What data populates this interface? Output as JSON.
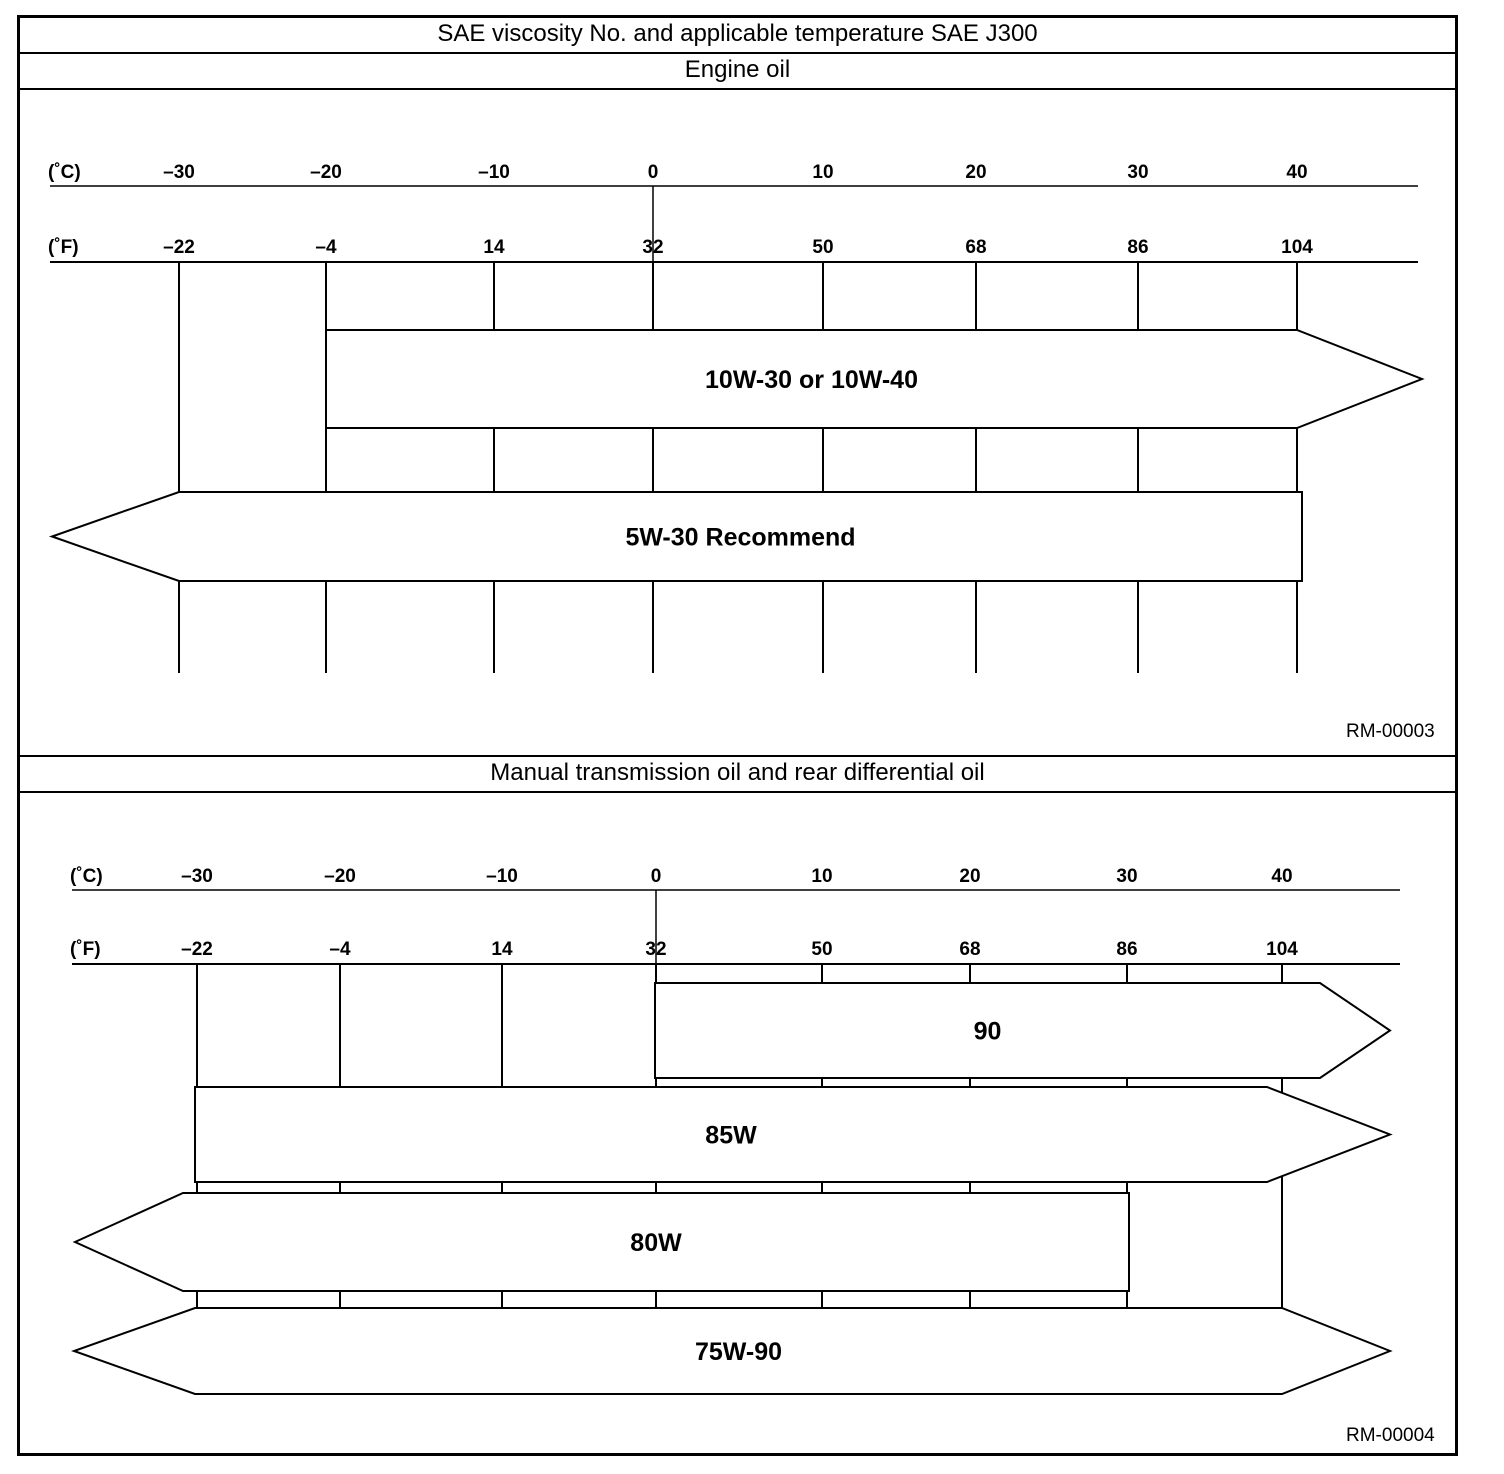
{
  "title": "SAE viscosity No. and applicable temperature SAE J300",
  "sections": [
    {
      "title": "Engine oil",
      "unit_c": "(˚C)",
      "unit_f": "(˚F)",
      "celsius_ticks": [
        "–30",
        "–20",
        "–10",
        "0",
        "10",
        "20",
        "30",
        "40"
      ],
      "fahrenheit_ticks": [
        "–22",
        "–4",
        "14",
        "32",
        "50",
        "68",
        "86",
        "104"
      ],
      "ranges": [
        {
          "label": "10W-30 or 10W-40",
          "from_c": -20,
          "to_c": 40,
          "open_low": false,
          "open_high": true
        },
        {
          "label": "5W-30 Recommend",
          "from_c": -30,
          "to_c": 40,
          "open_low": true,
          "open_high": false
        }
      ],
      "ref_code": "RM-00003"
    },
    {
      "title": "Manual transmission oil and rear differential oil",
      "unit_c": "(˚C)",
      "unit_f": "(˚F)",
      "celsius_ticks": [
        "–30",
        "–20",
        "–10",
        "0",
        "10",
        "20",
        "30",
        "40"
      ],
      "fahrenheit_ticks": [
        "–22",
        "–4",
        "14",
        "32",
        "50",
        "68",
        "86",
        "104"
      ],
      "ranges": [
        {
          "label": "90",
          "from_c": 0,
          "to_c": 40,
          "open_low": false,
          "open_high": true
        },
        {
          "label": "85W",
          "from_c": -30,
          "to_c": 40,
          "open_low": false,
          "open_high": true
        },
        {
          "label": "80W",
          "from_c": -30,
          "to_c": 30,
          "open_low": true,
          "open_high": false
        },
        {
          "label": "75W-90",
          "from_c": -30,
          "to_c": 40,
          "open_low": true,
          "open_high": true
        }
      ],
      "ref_code": "RM-00004"
    }
  ]
}
